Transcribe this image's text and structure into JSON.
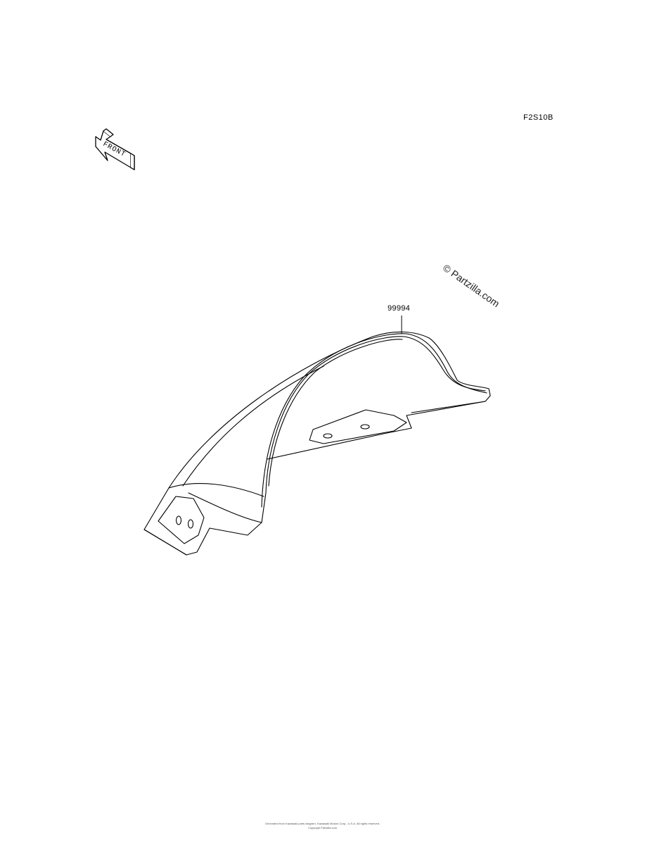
{
  "diagram": {
    "figure_code": "F2S10B",
    "front_arrow_label": "FRONT",
    "watermark": "© Partzilla.com",
    "parts": [
      {
        "callout": "99994"
      }
    ],
    "footer_line1": "Generated from Kawasaki parts diagram, Kawasaki Motors Corp., U.S.A. All rights reserved.",
    "footer_line2": "Copyright Partzilla.com"
  }
}
